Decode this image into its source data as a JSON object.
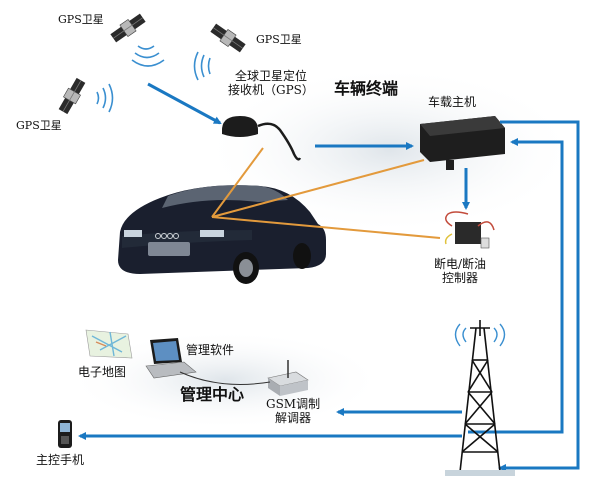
{
  "labels": {
    "gps_satellite_1": "GPS卫星",
    "gps_satellite_2": "GPS卫星",
    "gps_satellite_3": "GPS卫星",
    "gps_receiver_line1": "全球卫星定位",
    "gps_receiver_line2": "接收机（GPS）",
    "vehicle_terminal": "车辆终端",
    "vehicle_host": "车载主机",
    "cutoff_controller_line1": "断电/断油",
    "cutoff_controller_line2": "控制器",
    "management_software": "管理软件",
    "electronic_map": "电子地图",
    "management_center": "管理中心",
    "gsm_modem_line1": "GSM调制",
    "gsm_modem_line2": "解调器",
    "master_phone": "主控手机"
  },
  "colors": {
    "arrow_blue": "#1a78c2",
    "link_orange": "#e39a3c",
    "halo_gray": "#e8ecef"
  }
}
